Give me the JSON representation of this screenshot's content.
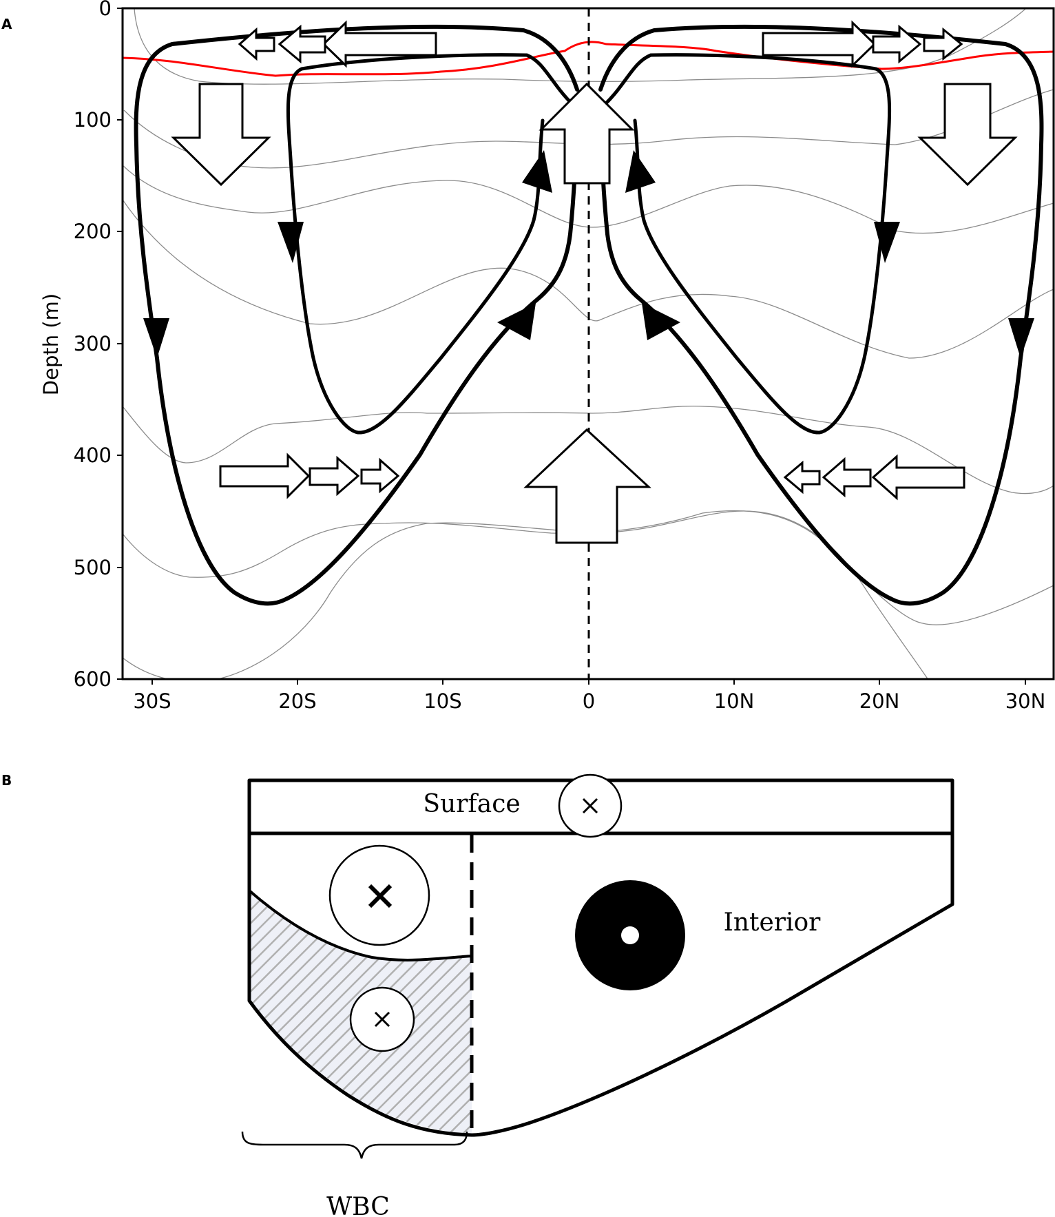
{
  "figure": {
    "panel_a": {
      "letter": "A",
      "ylabel": "Depth (m)",
      "ytick_labels": [
        "0",
        "100",
        "200",
        "300",
        "400",
        "500",
        "600"
      ],
      "xtick_labels": [
        "30S",
        "20S",
        "10S",
        "0",
        "10N",
        "20N",
        "30N"
      ],
      "ylim": [
        600,
        0
      ],
      "xlim": [
        "32S",
        "32N"
      ],
      "mixed_layer_line_color": "#ff0000",
      "isoline_color": "#8c8c8c"
    },
    "panel_b": {
      "letter": "B",
      "surface_label": "Surface",
      "interior_label": "Interior",
      "wbc_label": "WBC",
      "hatch_color": "#b0b0b0",
      "hatch_tint": "#c9d1e6"
    }
  }
}
